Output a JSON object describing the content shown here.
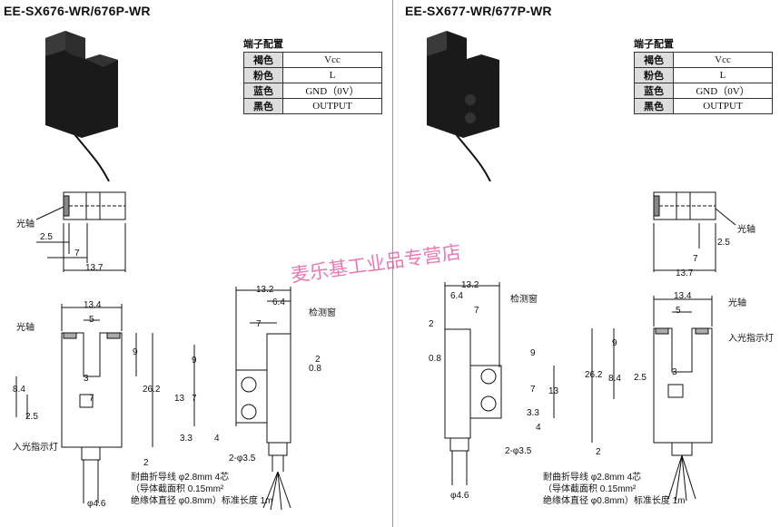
{
  "left": {
    "model": "EE-SX676-WR/676P-WR",
    "table_title": "端子配置",
    "pins": [
      {
        "color": "褐色",
        "signal": "Vcc"
      },
      {
        "color": "粉色",
        "signal": "L"
      },
      {
        "color": "蓝色",
        "signal": "GND（0V）"
      },
      {
        "color": "黑色",
        "signal": "OUTPUT"
      }
    ],
    "labels": {
      "optical_axis": "光轴",
      "optical_axis_2": "光轴",
      "detect_window": "检测窗",
      "indicator": "入光指示灯",
      "hole": "2-φ3.5",
      "dia": "φ4.6"
    },
    "note_lines": [
      "耐曲折导线 φ2.8mm  4芯",
      "（导体截面积 0.15mm²",
      "绝缘体直径 φ0.8mm）标准长度 1m"
    ]
  },
  "right": {
    "model": "EE-SX677-WR/677P-WR",
    "table_title": "端子配置",
    "pins": [
      {
        "color": "褐色",
        "signal": "Vcc"
      },
      {
        "color": "粉色",
        "signal": "L"
      },
      {
        "color": "蓝色",
        "signal": "GND（0V）"
      },
      {
        "color": "黑色",
        "signal": "OUTPUT"
      }
    ],
    "labels": {
      "optical_axis": "光轴",
      "optical_axis_2": "光轴",
      "detect_window": "检测窗",
      "indicator": "入光指示灯",
      "hole": "2-φ3.5",
      "dia": "φ4.6"
    },
    "note_lines": [
      "耐曲折导线 φ2.8mm  4芯",
      "（导体截面积 0.15mm²",
      "绝缘体直径 φ0.8mm）标准长度 1m"
    ]
  },
  "dims": {
    "d25": "2.5",
    "d7": "7",
    "d137": "13.7",
    "d134": "13.4",
    "d5": "5",
    "d9": "9",
    "d262": "26.2",
    "d84": "8.4",
    "d3": "3",
    "d2": "2",
    "d132": "13.2",
    "d64": "6.4",
    "d08": "0.8",
    "d13": "13",
    "d33": "3.3",
    "d4": "4"
  },
  "watermark": "麦乐基工业品专营店"
}
